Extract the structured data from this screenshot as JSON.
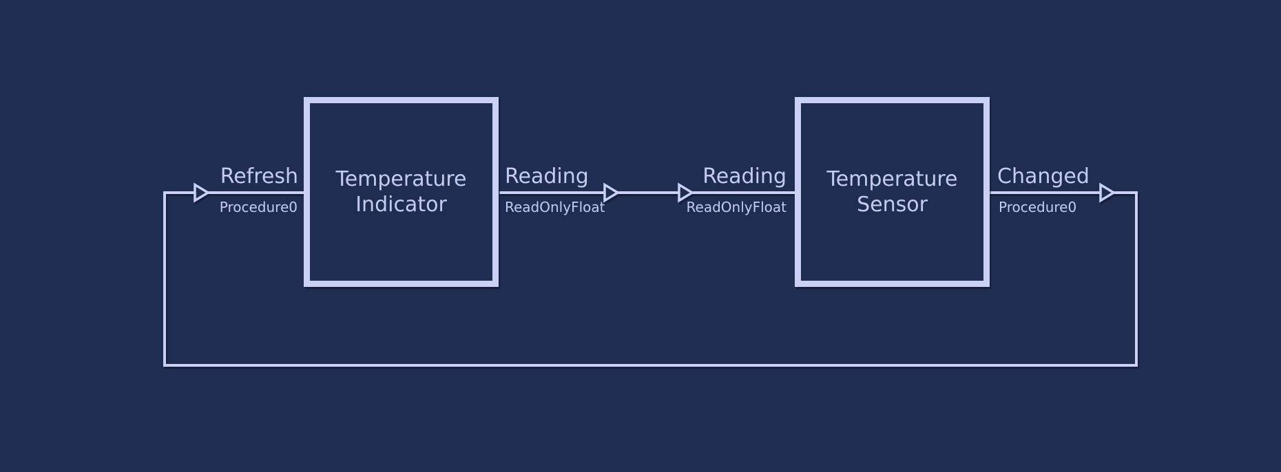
{
  "diagram": {
    "components": [
      {
        "title": "Temperature Indicator"
      },
      {
        "title": "Temperature Sensor"
      }
    ],
    "bindings": {
      "refresh": {
        "event": "Refresh",
        "interface": "Procedure0"
      },
      "reading_left": {
        "event": "Reading",
        "interface": "ReadOnlyFloat"
      },
      "reading_right": {
        "event": "Reading",
        "interface": "ReadOnlyFloat"
      },
      "changed": {
        "event": "Changed",
        "interface": "Procedure0"
      }
    },
    "colors": {
      "background": "#1f2d52",
      "line": "#cbd1f5",
      "text": "#c6ccf0"
    }
  }
}
